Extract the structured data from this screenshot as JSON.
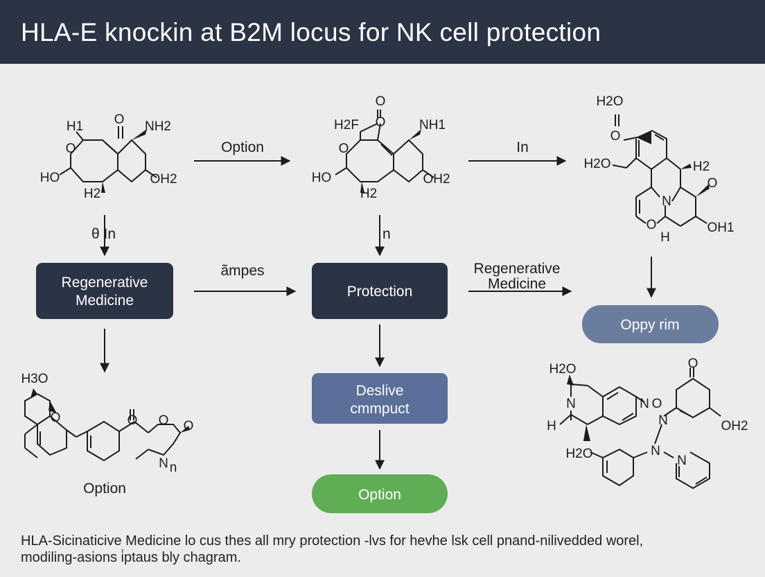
{
  "header": {
    "title": "HLA-E knockin at B2M locus for NK cell protection"
  },
  "colors": {
    "header_bg": "#2b3445",
    "dark_box": "#2b3445",
    "slate_box": "#5a6f99",
    "gray_blue_box": "#6b7d9e",
    "green_box": "#5fae55"
  },
  "molecules": {
    "m1": {
      "labels": [
        "H1",
        "O",
        "NH2",
        "O",
        "HO",
        "OH2",
        "H2"
      ]
    },
    "m2": {
      "labels": [
        "O",
        "H2F",
        "O",
        "NH1",
        "O",
        "HO",
        "OH2",
        "H2"
      ]
    },
    "m3": {
      "labels": [
        "H2O",
        "O",
        "H2O",
        "H2",
        "N",
        "O",
        "O",
        "OH1",
        "H"
      ]
    },
    "m4": {
      "labels": [
        "H3O",
        "O",
        "O",
        "O",
        "O",
        "N",
        "n"
      ]
    },
    "m5": {
      "labels": [
        "H2O",
        "N",
        "H",
        "N",
        "O",
        "O",
        "N",
        "OH2",
        "H2O",
        "N",
        "N"
      ]
    }
  },
  "arrows": {
    "top_1": "Option",
    "top_2": "In",
    "down_1": "θ In",
    "down_2": "n",
    "mid_1": "ãmpes",
    "mid_2": "Regenerative Medicine"
  },
  "boxes": {
    "regenerative": "Regenerative Medicine",
    "protection": "Protection",
    "oppy": "Oppy rim",
    "deslive": "Deslive cmmpuct",
    "option": "Option"
  },
  "labels": {
    "bottom_left": "Option"
  },
  "footer": {
    "line1": "HLA-Sicinaticive Medicine lo cus thes all mry protection -lvs for hevhe lsk cell pnand-nilivedded worel,",
    "line2": "modiling-asions i̇ptaus bly chagram."
  }
}
